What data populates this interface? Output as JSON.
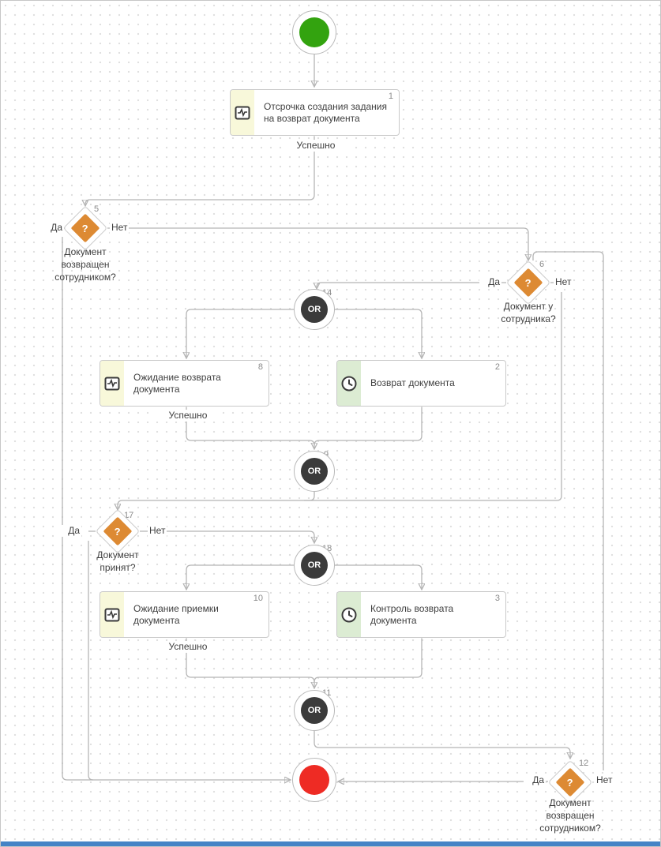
{
  "diagram": {
    "tasks": [
      {
        "number": "1",
        "title": "Отсрочка создания задания на возврат документа",
        "icon": "activity-icon",
        "result": "Успешно"
      },
      {
        "number": "8",
        "title": "Ожидание возврата документа",
        "icon": "activity-icon",
        "result": "Успешно"
      },
      {
        "number": "2",
        "title": "Возврат документа",
        "icon": "clock-icon"
      },
      {
        "number": "10",
        "title": "Ожидание приемки документа",
        "icon": "activity-icon",
        "result": "Успешно"
      },
      {
        "number": "3",
        "title": "Контроль возврата документа",
        "icon": "clock-icon"
      }
    ],
    "decisions": [
      {
        "number": "5",
        "question": "Документ возвращен сотрудником?",
        "mark": "?",
        "yes": "Да",
        "no": "Нет"
      },
      {
        "number": "6",
        "question": "Документ у сотрудника?",
        "mark": "?",
        "yes": "Да",
        "no": "Нет"
      },
      {
        "number": "17",
        "question": "Документ принят?",
        "mark": "?",
        "yes": "Да",
        "no": "Нет"
      },
      {
        "number": "12",
        "question": "Документ возвращен сотрудником?",
        "mark": "?",
        "yes": "Да",
        "no": "Нет"
      }
    ],
    "gateways": [
      {
        "number": "14",
        "label": "OR"
      },
      {
        "number": "9",
        "label": "OR"
      },
      {
        "number": "18",
        "label": "OR"
      },
      {
        "number": "11",
        "label": "OR"
      }
    ],
    "colors": {
      "start": "#33a30f",
      "end": "#ee2b24",
      "decision_fill": "#dd8a33",
      "gateway_fill": "#3b3b3b",
      "task_strip_wait": "#f8f8da",
      "task_strip_timer": "#dcecd3",
      "connector": "#b5b5b5",
      "bottom_bar": "#4584c6"
    }
  }
}
